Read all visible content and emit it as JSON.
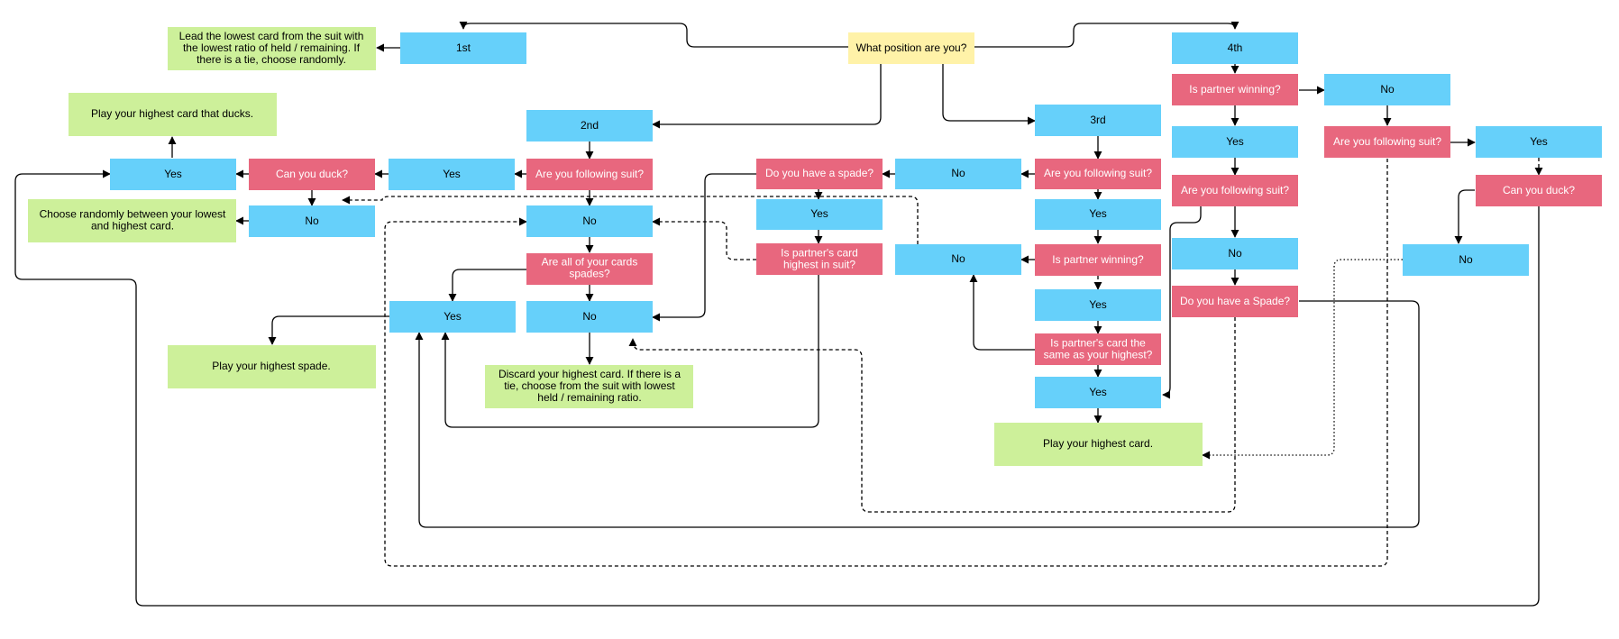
{
  "colors": {
    "start": "#fff2a8",
    "answer": "#66d0fa",
    "question": "#e8677e",
    "action": "#cdf09a",
    "line": "#000000"
  },
  "nodes": {
    "q_position": "What position are you?",
    "n_1st": "1st",
    "n_2nd": "2nd",
    "n_3rd": "3rd",
    "n_4th": "4th",
    "a_lead_lowest": "Lead the lowest card from the suit with the lowest ratio of held /  remaining. If there is a tie, choose randomly.",
    "a_play_highest_ducks": "Play your highest card that ducks.",
    "a_choose_random": "Choose randomly between your lowest and highest card.",
    "a_play_highest_spade": "Play your highest spade.",
    "a_discard_highest": "Discard your highest card. If there is a tie, choose from the suit with lowest held / remaining ratio.",
    "a_play_highest_card": "Play your highest card.",
    "yes_duck_left": "Yes",
    "q_can_duck_left": "Can you duck?",
    "no_duck_left": "No",
    "yes_following_2nd": "Yes",
    "q_following_2nd": "Are you following suit?",
    "no_following_2nd": "No",
    "q_all_spades": "Are all of your cards spades?",
    "no_all_spades": "No",
    "yes_all_spades": "Yes",
    "q_have_spade_3rd": "Do you have a spade?",
    "yes_spade_3rd": "Yes",
    "q_partner_highest_suit": "Is partner's card highest in suit?",
    "no_following_3rd": "No",
    "q_following_3rd": "Are you following suit?",
    "yes_following_3rd": "Yes",
    "q_partner_winning_3rd": "Is partner winning?",
    "no_partner_3rd": "No",
    "yes_partner_3rd": "Yes",
    "q_partner_same_highest": "Is partner's card the same as your highest?",
    "yes_same_highest": "Yes",
    "q_partner_winning_4th": "Is partner winning?",
    "no_partner_4th": "No",
    "yes_partner_4th": "Yes",
    "q_following_4th_yes": "Are you following suit?",
    "no_following_4th": "No",
    "q_have_spade_4th": "Do you have a Spade?",
    "q_following_4th_no": "Are you following suit?",
    "yes_following_4th": "Yes",
    "q_can_duck_right": "Can you duck?",
    "no_duck_right": "No"
  }
}
